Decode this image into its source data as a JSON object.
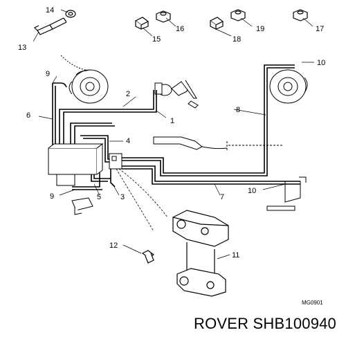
{
  "labels": [
    "1",
    "2",
    "3",
    "4",
    "5",
    "6",
    "7",
    "8",
    "9",
    "9",
    "10",
    "10",
    "11",
    "12",
    "13",
    "14",
    "15",
    "16",
    "17",
    "18",
    "19"
  ],
  "drawing_code": "MG0901",
  "caption": "ROVER SHB100940"
}
